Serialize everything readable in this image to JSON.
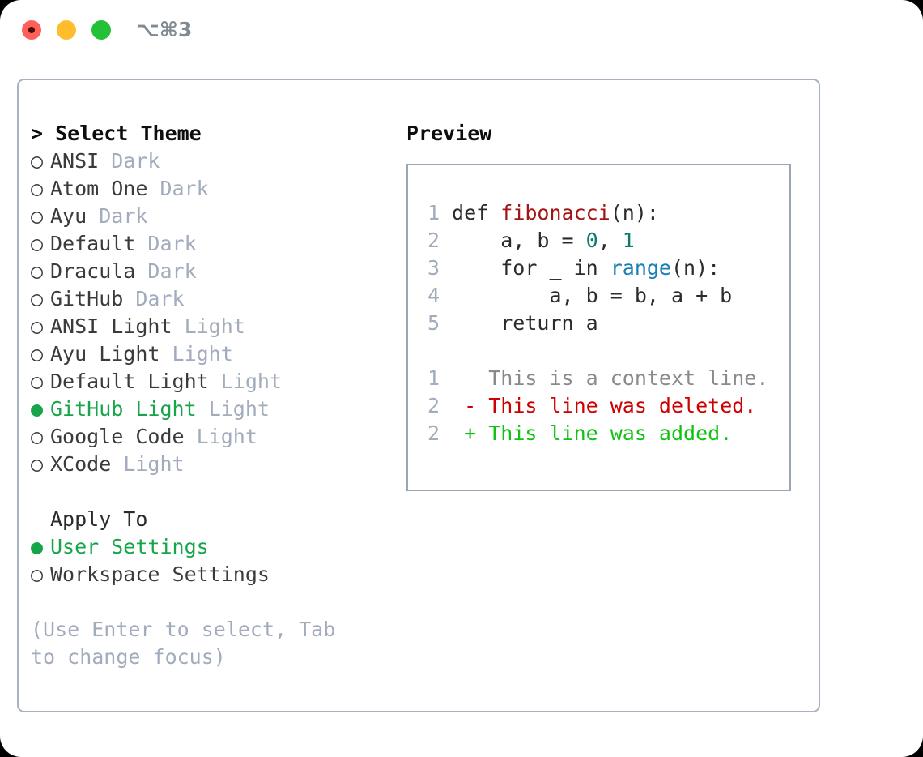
{
  "window": {
    "traffic_lights": [
      "close-red",
      "minimize-yellow",
      "maximize-green"
    ],
    "shortcut": "⌥⌘3",
    "colors": {
      "close": "#ff6159",
      "minimize": "#ffbd2e",
      "maximize": "#24c138",
      "panel_border": "#a8b2c1",
      "accent_green": "#17a54a",
      "muted": "#a2acbd"
    }
  },
  "theme_picker": {
    "heading": "> Select Theme",
    "items": [
      {
        "radio": "○",
        "label": "ANSI",
        "badge": "Dark",
        "selected": false
      },
      {
        "radio": "○",
        "label": "Atom One",
        "badge": "Dark",
        "selected": false
      },
      {
        "radio": "○",
        "label": "Ayu",
        "badge": "Dark",
        "selected": false
      },
      {
        "radio": "○",
        "label": "Default",
        "badge": "Dark",
        "selected": false
      },
      {
        "radio": "○",
        "label": "Dracula",
        "badge": "Dark",
        "selected": false
      },
      {
        "radio": "○",
        "label": "GitHub",
        "badge": "Dark",
        "selected": false
      },
      {
        "radio": "○",
        "label": "ANSI Light",
        "badge": "Light",
        "selected": false
      },
      {
        "radio": "○",
        "label": "Ayu Light",
        "badge": "Light",
        "selected": false
      },
      {
        "radio": "○",
        "label": "Default Light",
        "badge": "Light",
        "selected": false
      },
      {
        "radio": "●",
        "label": "GitHub Light",
        "badge": "Light",
        "selected": true
      },
      {
        "radio": "○",
        "label": "Google Code",
        "badge": "Light",
        "selected": false
      },
      {
        "radio": "○",
        "label": "XCode",
        "badge": "Light",
        "selected": false
      }
    ]
  },
  "apply_to": {
    "heading": "Apply To",
    "items": [
      {
        "radio": "●",
        "label": "User Settings",
        "selected": true
      },
      {
        "radio": "○",
        "label": "Workspace Settings",
        "selected": false
      }
    ]
  },
  "hint": "(Use Enter to select, Tab to change focus)",
  "preview": {
    "title": "Preview",
    "code_lines": [
      {
        "num": "1",
        "tokens": [
          {
            "t": " def ",
            "c": "plain"
          },
          {
            "t": "fibonacci",
            "c": "fn"
          },
          {
            "t": "(n):",
            "c": "plain"
          }
        ]
      },
      {
        "num": "2",
        "tokens": [
          {
            "t": "     a, b = ",
            "c": "plain"
          },
          {
            "t": "0",
            "c": "num"
          },
          {
            "t": ", ",
            "c": "plain"
          },
          {
            "t": "1",
            "c": "num"
          }
        ]
      },
      {
        "num": "3",
        "tokens": [
          {
            "t": "     for _ in ",
            "c": "plain"
          },
          {
            "t": "range",
            "c": "builtin"
          },
          {
            "t": "(n):",
            "c": "plain"
          }
        ]
      },
      {
        "num": "4",
        "tokens": [
          {
            "t": "         a, b = b, a + b",
            "c": "plain"
          }
        ]
      },
      {
        "num": "5",
        "tokens": [
          {
            "t": "     return a",
            "c": "plain"
          }
        ]
      }
    ],
    "diff_lines": [
      {
        "num": "1",
        "marker": "  ",
        "text": "This is a context line.",
        "kind": "ctx"
      },
      {
        "num": "2",
        "marker": "- ",
        "text": "This line was deleted.",
        "kind": "del"
      },
      {
        "num": "2",
        "marker": "+ ",
        "text": "This line was added.",
        "kind": "add"
      }
    ]
  }
}
